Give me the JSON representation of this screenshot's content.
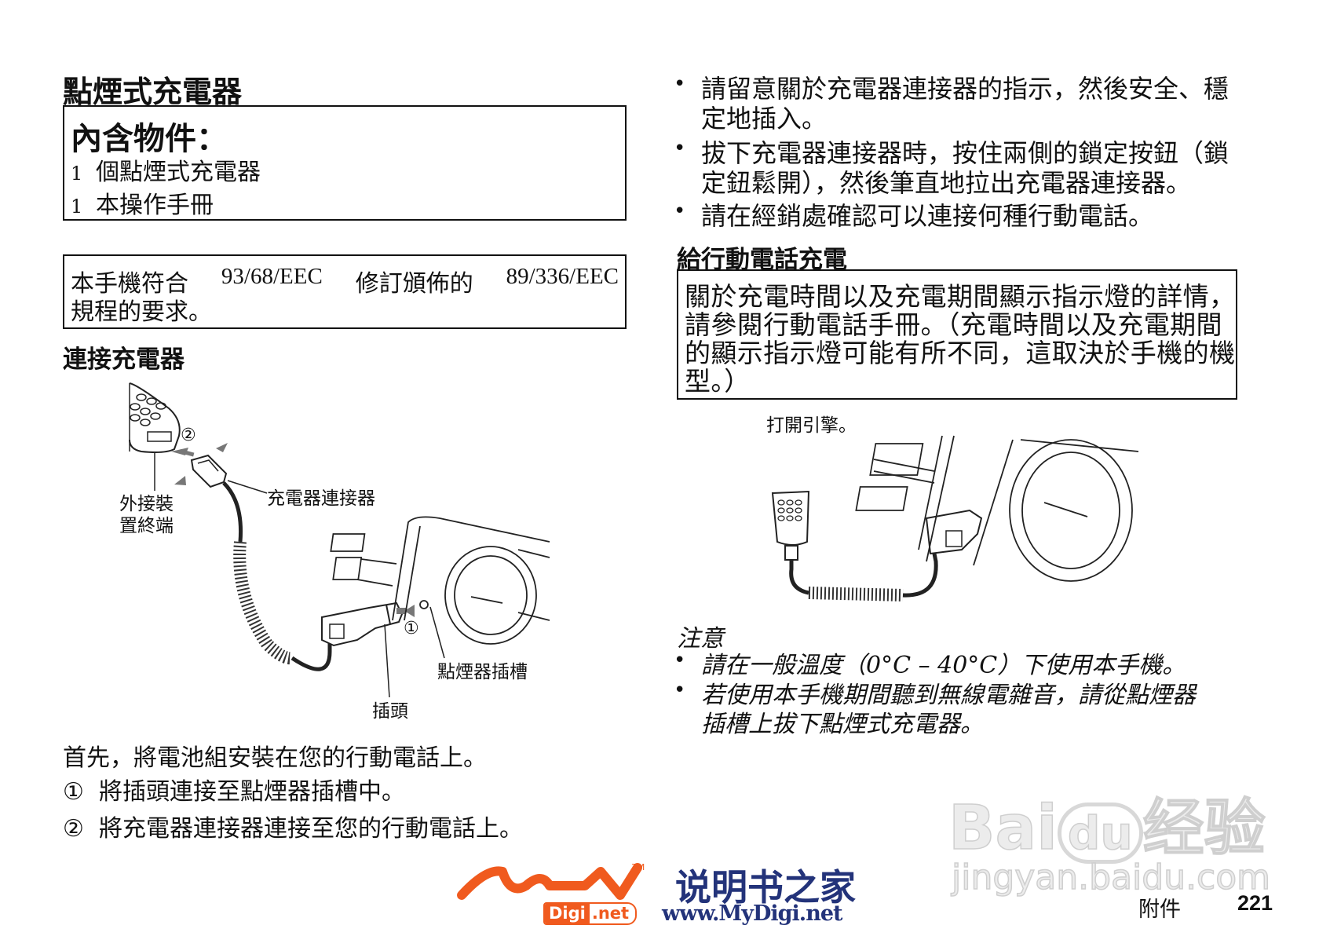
{
  "title": "點煙式充電器",
  "contents_box": {
    "heading": "內含物件：",
    "items": [
      {
        "qty": "1",
        "label": "個點煙式充電器"
      },
      {
        "qty": "1",
        "label": "本操作手冊"
      }
    ]
  },
  "compliance": {
    "line1": [
      "本手機符合",
      "93/68/EEC",
      "修訂頒佈的",
      "89/336/EEC"
    ],
    "line2": "規程的要求。"
  },
  "connect_section": {
    "heading": "連接充電器",
    "figure_labels": {
      "device_terminal_1": "外接裝",
      "device_terminal_2": "置終端",
      "charger_connector": "充電器連接器",
      "lighter_socket": "點煙器插槽",
      "plug": "插頭",
      "step1_marker": "①",
      "step2_marker": "②"
    },
    "intro": "首先，將電池組安裝在您的行動電話上。",
    "steps": [
      {
        "marker": "①",
        "text": "將插頭連接至點煙器插槽中。"
      },
      {
        "marker": "②",
        "text": "將充電器連接器連接至您的行動電話上。"
      }
    ]
  },
  "right_bullets": [
    {
      "lines": [
        "請留意關於充電器連接器的指示，然後安全、穩",
        "定地插入。"
      ]
    },
    {
      "lines": [
        "拔下充電器連接器時，按住兩側的鎖定按鈕（鎖",
        "定鈕鬆開），然後筆直地拉出充電器連接器。"
      ]
    },
    {
      "lines": [
        "請在經銷處確認可以連接何種行動電話。"
      ]
    }
  ],
  "charging_section": {
    "heading": "給行動電話充電",
    "box_lines": [
      "關於充電時間以及充電期間顯示指示燈的詳情，",
      "請參閱行動電話手冊。（充電時間以及充電期間",
      "的顯示指示燈可能有所不同，這取決於手機的機",
      "型。）"
    ],
    "figure_caption": "打開引擎。"
  },
  "note": {
    "heading": "注意",
    "bullets": [
      {
        "lines": [
          "請在一般溫度（0°C – 40°C）下使用本手機。"
        ]
      },
      {
        "lines": [
          "若使用本手機期間聽到無線電雜音，請從點煙器",
          "插槽上拔下點煙式充電器。"
        ]
      }
    ]
  },
  "footer": {
    "section": "附件",
    "page_number": "221"
  },
  "logo": {
    "my": "My",
    "tm": "TM",
    "digi": "Digi",
    "net": ".net",
    "site_name": "说明书之家",
    "url": "www.MyDigi.net",
    "orange": "#f05a1e",
    "navy": "#23337a"
  },
  "watermark": {
    "brand": "Bai",
    "paw": "du",
    "product": "经验",
    "url": "jingyan.baidu.com"
  }
}
